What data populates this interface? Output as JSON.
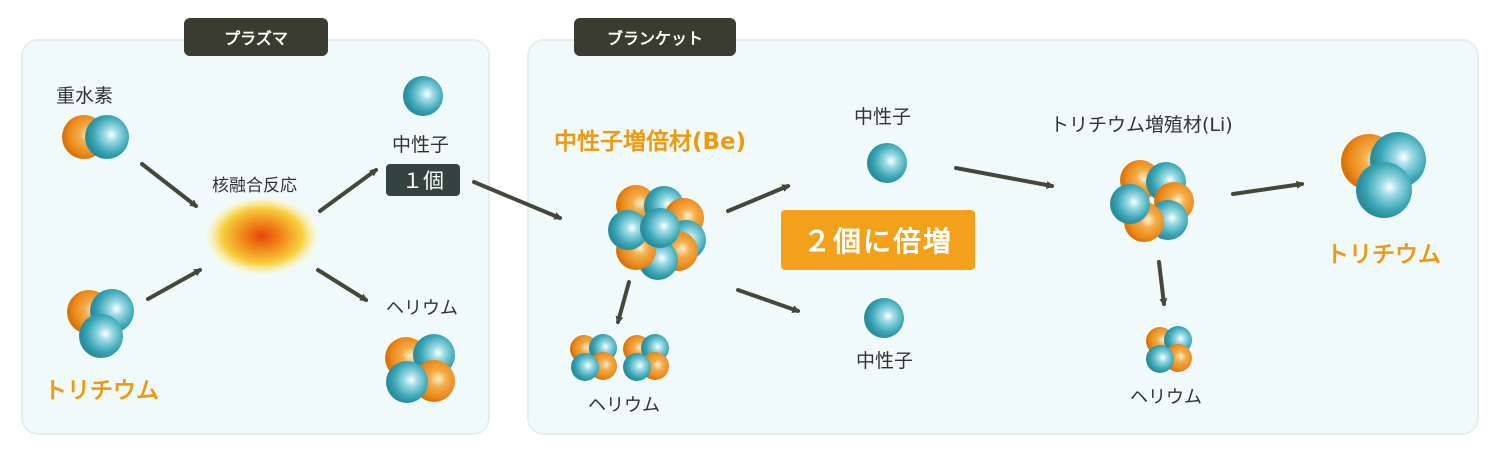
{
  "sections": {
    "plasma": "プラズマ",
    "blanket": "ブランケット"
  },
  "labels": {
    "deuterium": "重水素",
    "tritium_in": "トリチウム",
    "fusion": "核融合反応",
    "neutron_top": "中性子",
    "count_one": "１個",
    "helium_plasma": "ヘリウム",
    "multiplier": "中性子増倍材(Be)",
    "neutron_mid_top": "中性子",
    "neutron_mid_bottom": "中性子",
    "helium_be": "ヘリウム",
    "doubling": "２個に倍増",
    "breeder": "トリチウム増殖材(Li)",
    "helium_li": "ヘリウム",
    "tritium_out": "トリチウム"
  },
  "colors": {
    "panel": "#f1fafb",
    "panel_border": "#e4eeef",
    "tag_bg": "#3a3c30",
    "badge_bg": "#34433f",
    "accent_orange": "#ee9a10",
    "callout_bg": "#f3a11a",
    "neutron_blue": "#3aa6b6",
    "proton_orange": "#ec8a1c",
    "arrow": "#45473a"
  }
}
